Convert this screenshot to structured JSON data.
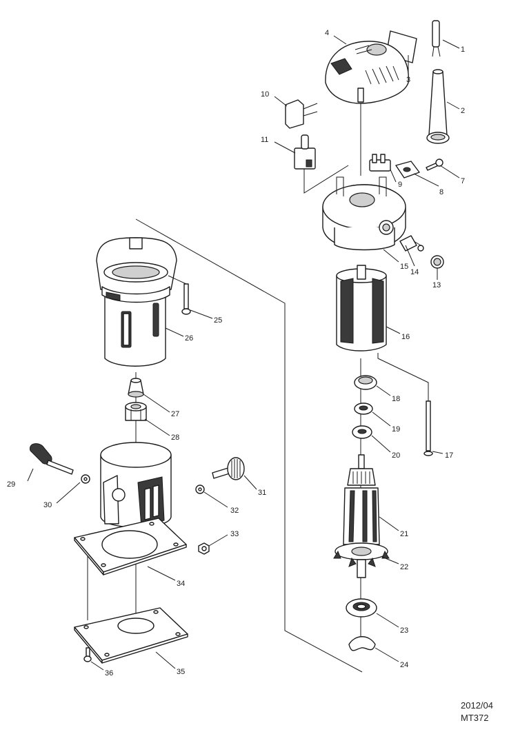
{
  "labels": {
    "p1": "1",
    "p2": "2",
    "p3": "3",
    "p4": "4",
    "p7": "7",
    "p8": "8",
    "p9": "9",
    "p10": "10",
    "p11": "11",
    "p13": "13",
    "p14": "14",
    "p15": "15",
    "p16": "16",
    "p17": "17",
    "p18": "18",
    "p19": "19",
    "p20": "20",
    "p21": "21",
    "p22": "22",
    "p23": "23",
    "p24": "24",
    "p25": "25",
    "p26": "26",
    "p27": "27",
    "p28": "28",
    "p29": "29",
    "p30": "30",
    "p31": "31",
    "p32": "32",
    "p33": "33",
    "p34": "34",
    "p35": "35",
    "p36": "36"
  },
  "footer": {
    "date": "2012/04",
    "model": "MT372"
  }
}
